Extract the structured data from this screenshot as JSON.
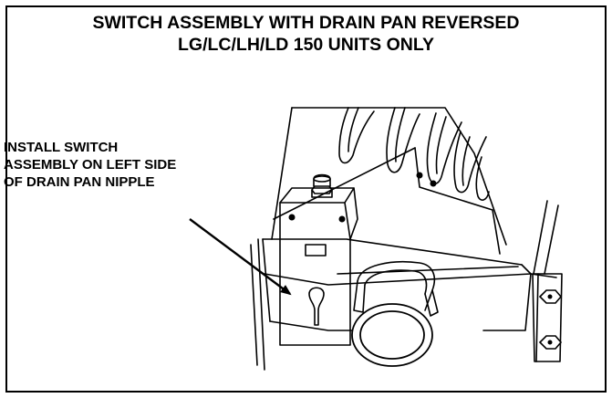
{
  "title": {
    "line1": "SWITCH ASSEMBLY WITH DRAIN PAN REVERSED",
    "line2": "LG/LC/LH/LD 150 UNITS ONLY"
  },
  "callout": {
    "lines": [
      "INSTALL SWITCH",
      "ASSEMBLY ON LEFT SIDE",
      "OF DRAIN PAN NIPPLE"
    ]
  }
}
